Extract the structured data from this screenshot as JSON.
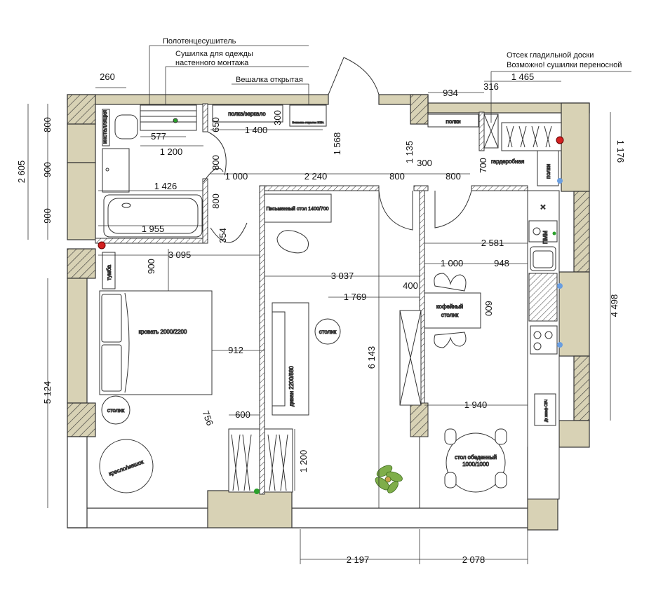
{
  "callouts": {
    "towel_warmer": "Полотенцесушитель",
    "dryer_wall_1": "Сушилка для одежды",
    "dryer_wall_2": "настенного монтажа",
    "hanger_open": "Вешалка открытая",
    "ironing_1": "Отсек гладильной доски",
    "ironing_2": "Возможно! сушилки переносной"
  },
  "dimensions": {
    "d260": "260",
    "d577": "577",
    "d1200": "1 200",
    "d1426": "1 426",
    "d1955": "1 955",
    "d3095": "3 095",
    "d650": "650",
    "d1400": "1 400",
    "d300a": "300",
    "d1568": "1 568",
    "d800v1": "800",
    "d800v2": "800",
    "d1000a": "1 000",
    "d2240": "2 240",
    "d800h1": "800",
    "d300b": "300",
    "d800h2": "800",
    "d354": "354",
    "d934": "934",
    "d316": "316",
    "d1465": "1 465",
    "d1135": "1 135",
    "d700": "700",
    "d1176": "1 176",
    "d2605": "2 605",
    "d800l": "800",
    "d900l1": "900",
    "d900l2": "900",
    "d5124": "5 124",
    "d900bed": "900",
    "d912": "912",
    "d600": "600",
    "d756": "756",
    "d1200w": "1 200",
    "d3037": "3 037",
    "d1769": "1 769",
    "d6143": "6 143",
    "d2581": "2 581",
    "d1000b": "1 000",
    "d948": "948",
    "d400": "400",
    "d600t": "600",
    "d4498": "4 498",
    "d1940": "1 940",
    "d2197": "2 197",
    "d2078": "2 078"
  },
  "labels": {
    "install": "инсталляция",
    "shelf_mirror": "полка/зеркало",
    "hanger_small": "Вешалка открытая IKEA",
    "shelf1": "полки",
    "shelf2": "полки",
    "wardrobe": "гардеробная",
    "desk": "Письменный стол 1400/700",
    "tumba": "тумба",
    "bed": "кровать 2000/2200",
    "nightstand": "столик",
    "armchair": "кресло/мешок",
    "sofa": "диван 2200/880",
    "coffee_small": "столик",
    "coffee_table_1": "кофейный",
    "coffee_table_2": "столик",
    "dishwasher": "ПММ",
    "dining_1": "стол обеденный",
    "dining_2": "1000/1000",
    "cabinet": "Дх шкаф СВЧ"
  },
  "colors": {
    "wall_fill": "#d8d2b5",
    "wall_stroke": "#333333",
    "marker_red": "#d32020",
    "marker_blue": "#6a9ee0",
    "marker_green": "#2aa02a",
    "plant": "#7fae4a"
  }
}
